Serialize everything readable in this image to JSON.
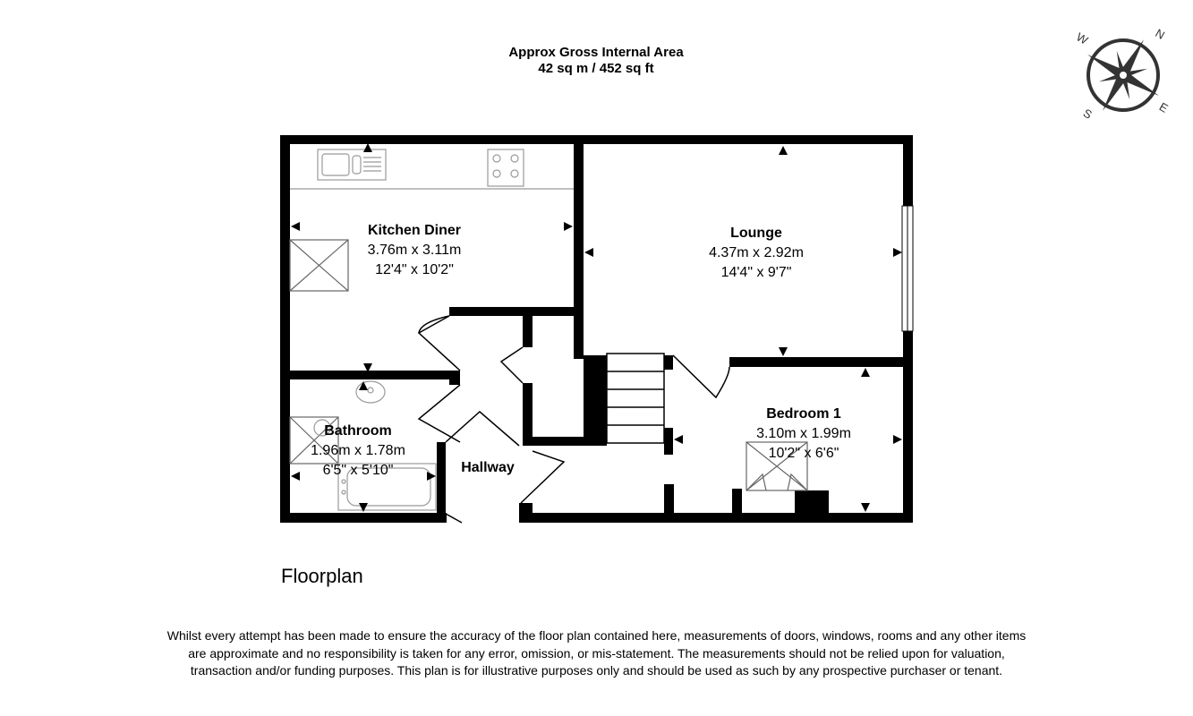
{
  "header": {
    "area_title": "Approx Gross Internal Area",
    "area_value": "42 sq m / 452 sq ft"
  },
  "compass": {
    "labels": [
      "N",
      "E",
      "S",
      "W"
    ]
  },
  "rooms": {
    "kitchen": {
      "name": "Kitchen Diner",
      "metric": "3.76m x 3.11m",
      "imperial": "12'4\" x 10'2\""
    },
    "lounge": {
      "name": "Lounge",
      "metric": "4.37m x 2.92m",
      "imperial": "14'4\" x 9'7\""
    },
    "bathroom": {
      "name": "Bathroom",
      "metric": "1.96m x 1.78m",
      "imperial": "6'5\" x 5'10\""
    },
    "bedroom": {
      "name": "Bedroom 1",
      "metric": "3.10m x 1.99m",
      "imperial": "10'2\" x 6'6\""
    },
    "hallway": {
      "name": "Hallway"
    }
  },
  "caption": "Floorplan",
  "disclaimer": "Whilst every attempt has been made to ensure the accuracy of the floor plan contained here, measurements of doors, windows, rooms and any other items are approximate and no responsibility is taken for any error, omission, or mis-statement. The measurements should not be relied upon for valuation, transaction and/or funding purposes. This plan is for illustrative purposes only and should be used as such by any prospective purchaser or tenant.",
  "colors": {
    "wall": "#000000",
    "fixture": "#aaaaaa",
    "background": "#ffffff"
  }
}
